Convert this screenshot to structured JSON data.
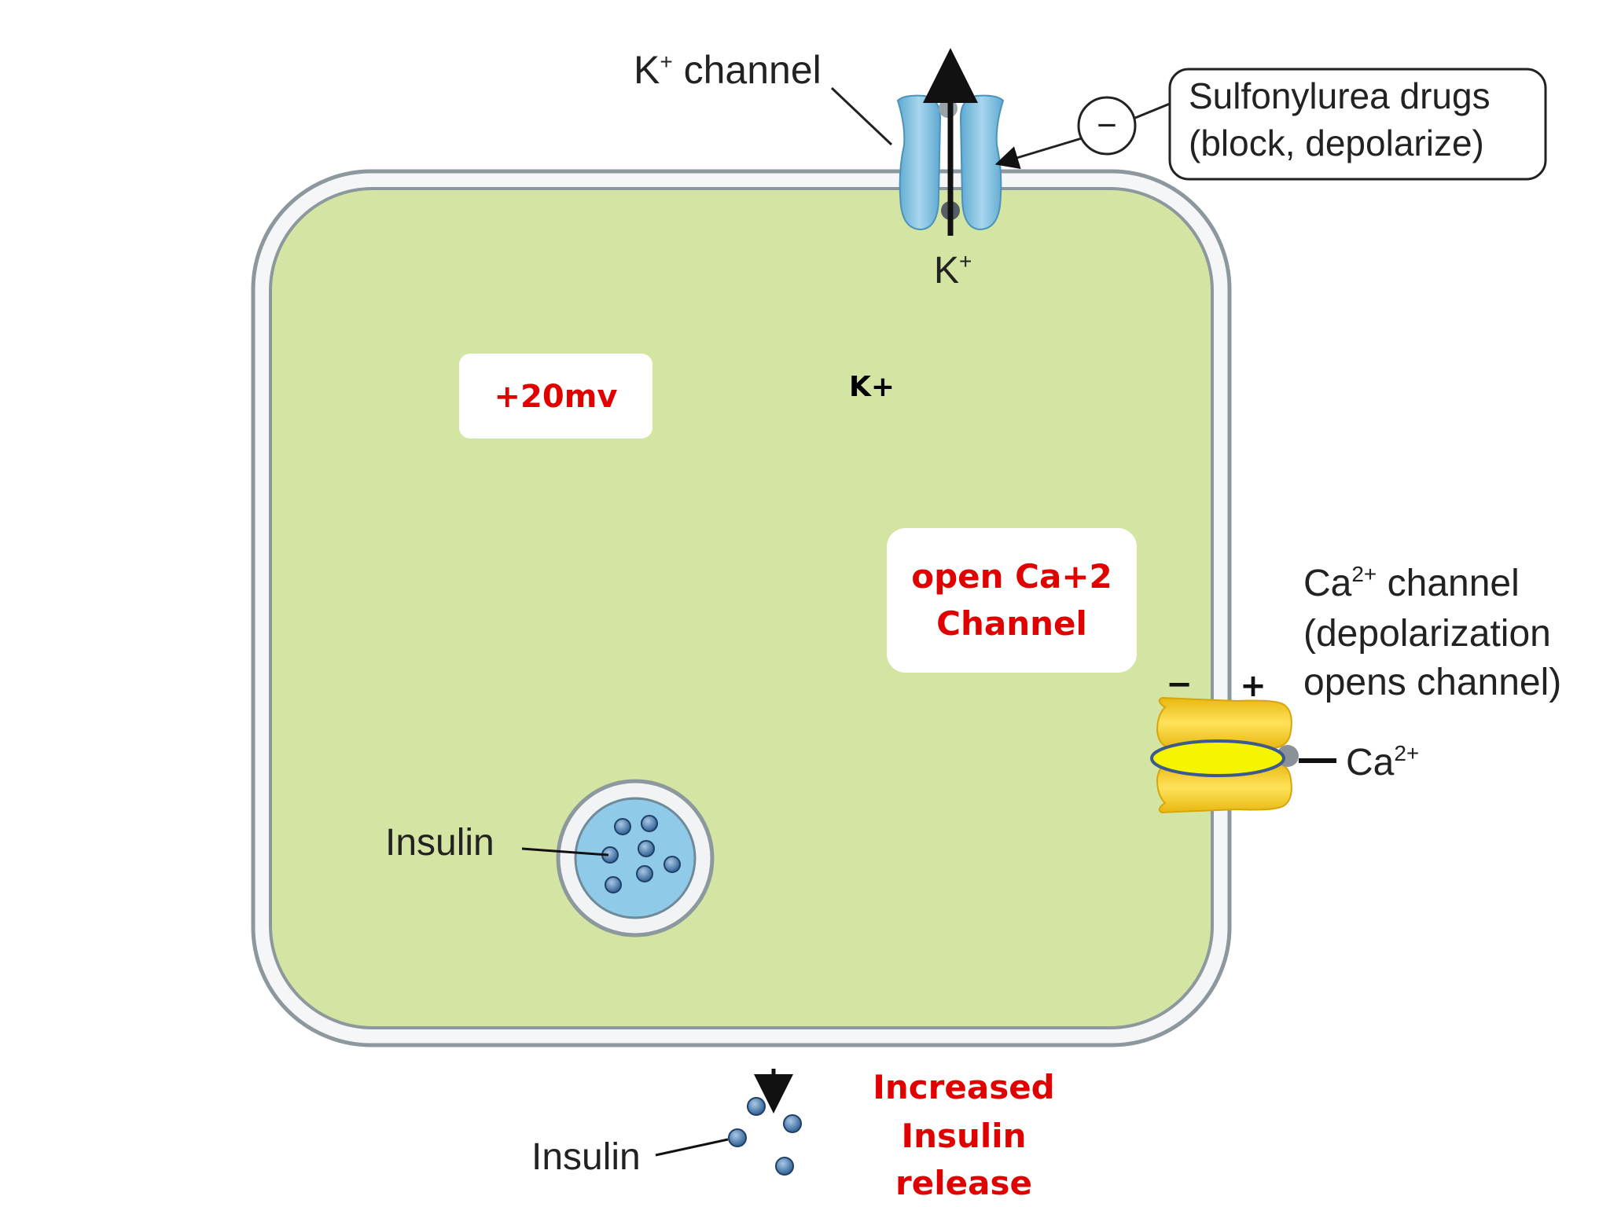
{
  "labels": {
    "k_channel": "K",
    "k_channel_sup": "+",
    "k_channel_suffix": " channel",
    "drug_line1": "Sulfonylurea drugs",
    "drug_line2": "(block, depolarize)",
    "drug_sign": "−",
    "k_ion": "K",
    "k_ion_sup": "+",
    "k_plus_inside": "K+",
    "voltage": "+20mv",
    "open_ca_line1": "open Ca+2",
    "open_ca_line2": "Channel",
    "ca_channel_prefix": "Ca",
    "ca_channel_sup": "2+",
    "ca_channel_suffix": " channel",
    "ca_channel_line2": "(depolarization",
    "ca_channel_line3": "opens channel)",
    "ca_minus": "−",
    "ca_plus": "+",
    "ca_ion": "Ca",
    "ca_ion_sup": "2+",
    "insulin_inside": "Insulin",
    "insulin_outside": "Insulin",
    "release_line1": "Increased",
    "release_line2": "Insulin",
    "release_line3": "release"
  },
  "colors": {
    "cell_fill": "#d3e4a3",
    "membrane": "#a9b3ba",
    "k_channel": "#7fbfdf",
    "ca_channel": "#f2cc1f",
    "ca_pore": "#f5f500",
    "vesicle": "#8fcbe8",
    "granule": "#4a78a8",
    "highlight_text": "#e00000"
  }
}
